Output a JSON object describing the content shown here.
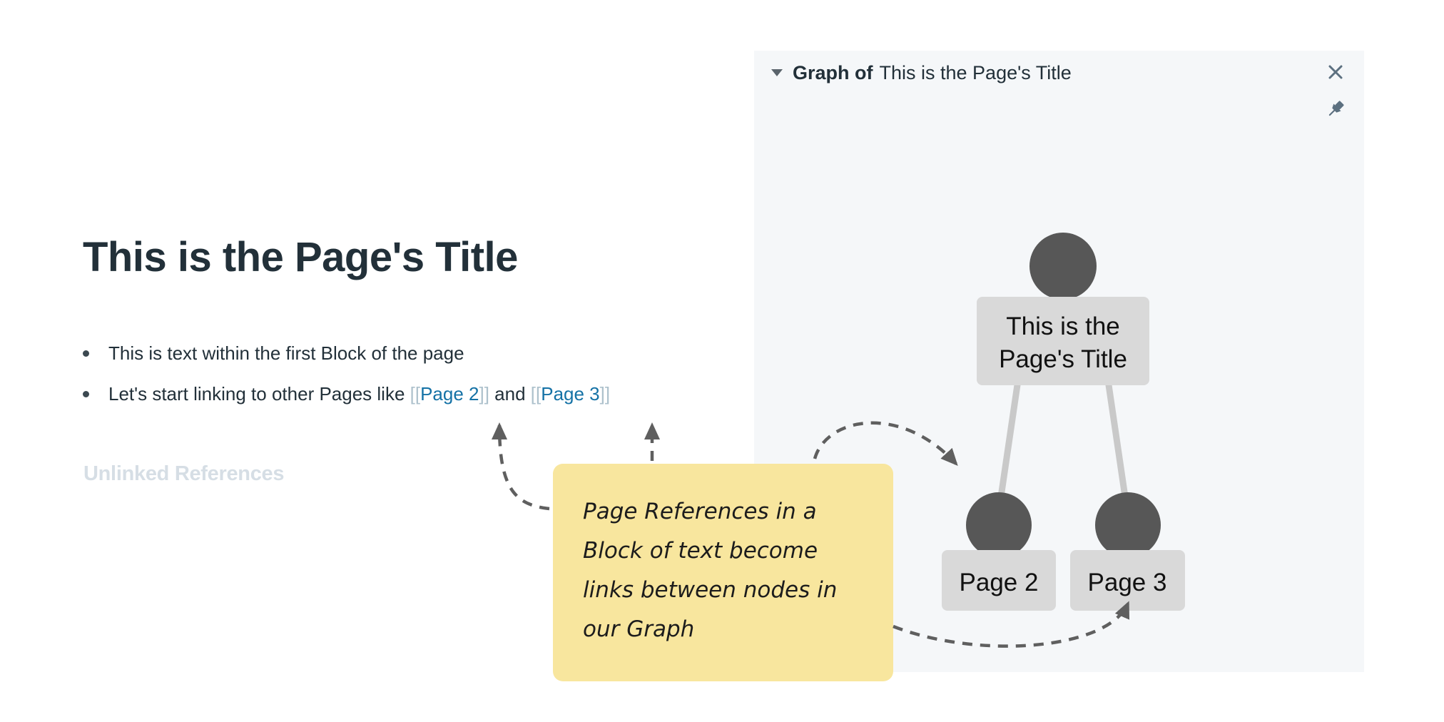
{
  "colors": {
    "text": "#223039",
    "link": "#1572A6",
    "bracket": "#ADC1CC",
    "unlinked": "#D6DEE5",
    "panel_bg": "#F5F7F9",
    "node_fill": "#575757",
    "node_label_bg": "#D9D9D9",
    "node_label_text": "#111111",
    "edge": "#C9C9C9",
    "arrow": "#5F5F5F",
    "note_bg": "#F8E69E",
    "note_text": "#1C1C1C",
    "icon": "#5C7080",
    "caret": "#5A646C"
  },
  "page": {
    "title": "This is the Page's Title",
    "blocks": {
      "block1": "This is text within the first Block of the page",
      "block2": {
        "prefix": "Let's start linking to other Pages like ",
        "bracket_open": "[[",
        "ref1": "Page 2",
        "bracket_close": "]]",
        "connector": " and ",
        "ref2": "Page 3"
      }
    },
    "unlinked_references": "Unlinked References"
  },
  "graph_panel": {
    "header": {
      "title_bold": "Graph of",
      "title_rest": "This is the Page's Title"
    },
    "icons": {
      "collapse_caret": "caret-down",
      "close": "x-cross",
      "pin": "pushpin"
    },
    "nodes": {
      "root": {
        "line1": "This is the",
        "line2": "Page's Title"
      },
      "page2": {
        "label": "Page 2"
      },
      "page3": {
        "label": "Page 3"
      }
    }
  },
  "annotation": {
    "lines": [
      "Page References in a",
      "Block of text become",
      "links between nodes in",
      "our Graph"
    ]
  }
}
